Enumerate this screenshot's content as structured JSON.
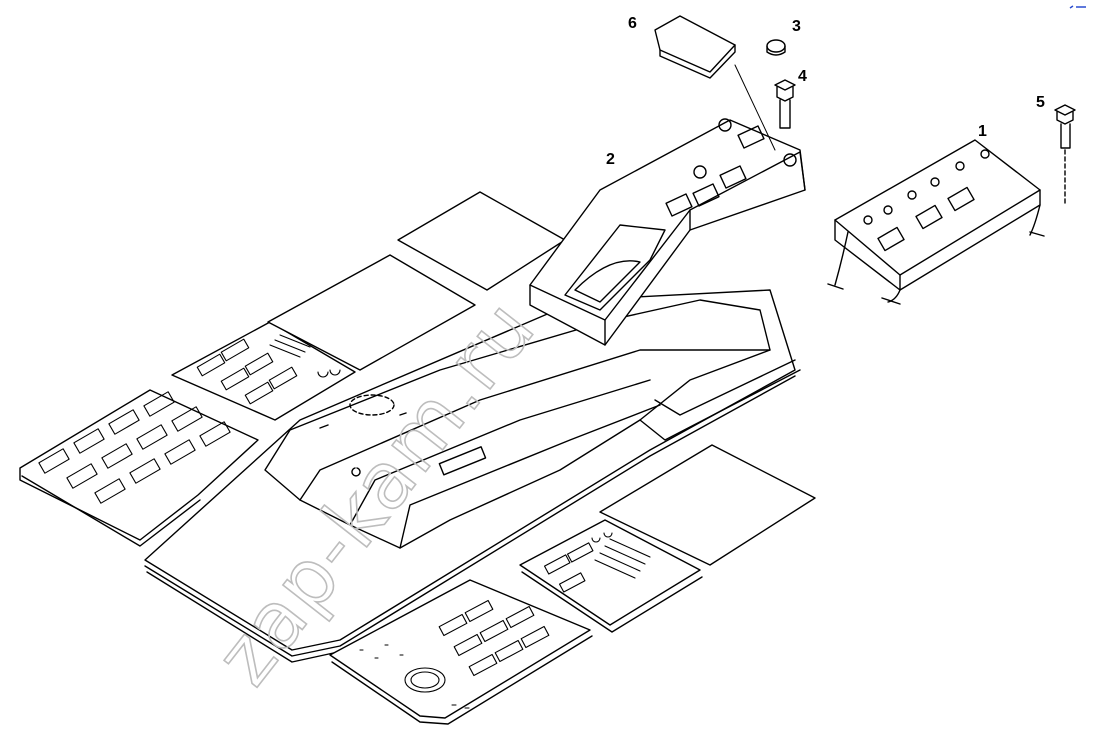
{
  "diagram": {
    "callouts": [
      {
        "id": "1",
        "label": "1"
      },
      {
        "id": "2",
        "label": "2"
      },
      {
        "id": "3",
        "label": "3"
      },
      {
        "id": "4",
        "label": "4"
      },
      {
        "id": "5",
        "label": "5"
      },
      {
        "id": "6",
        "label": "6"
      }
    ],
    "watermark": "zap-kam.ru",
    "colors": {
      "line": "#000000",
      "background": "#ffffff",
      "watermark": "#bdbdbd",
      "corner_mark": "#2a4dd0"
    }
  }
}
